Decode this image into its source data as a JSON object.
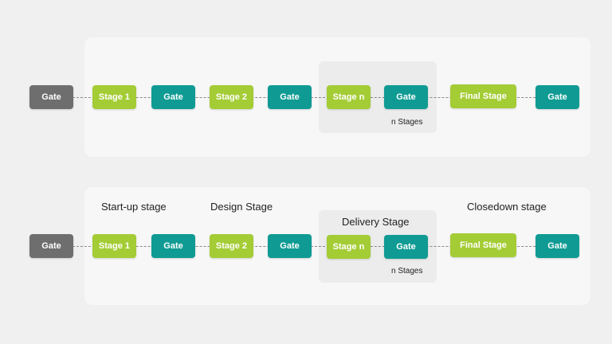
{
  "top_row": {
    "start_gate": "Gate",
    "stage1": "Stage 1",
    "gate1": "Gate",
    "stage2": "Stage 2",
    "gate2": "Gate",
    "stage_n": "Stage n",
    "gate_n": "Gate",
    "group_caption": "n Stages",
    "final_stage": "Final Stage",
    "final_gate": "Gate"
  },
  "bottom_row": {
    "startup_label": "Start-up stage",
    "design_label": "Design Stage",
    "delivery_label": "Delivery Stage",
    "closedown_label": "Closedown stage",
    "start_gate": "Gate",
    "stage1": "Stage 1",
    "gate1": "Gate",
    "stage2": "Stage 2",
    "gate2": "Gate",
    "stage_n": "Stage n",
    "gate_n": "Gate",
    "group_caption": "n Stages",
    "final_stage": "Final Stage",
    "final_gate": "Gate"
  },
  "colors": {
    "gate_gray": "#6e6e6e",
    "stage_lime": "#a4cc35",
    "gate_teal": "#0f9b93"
  }
}
